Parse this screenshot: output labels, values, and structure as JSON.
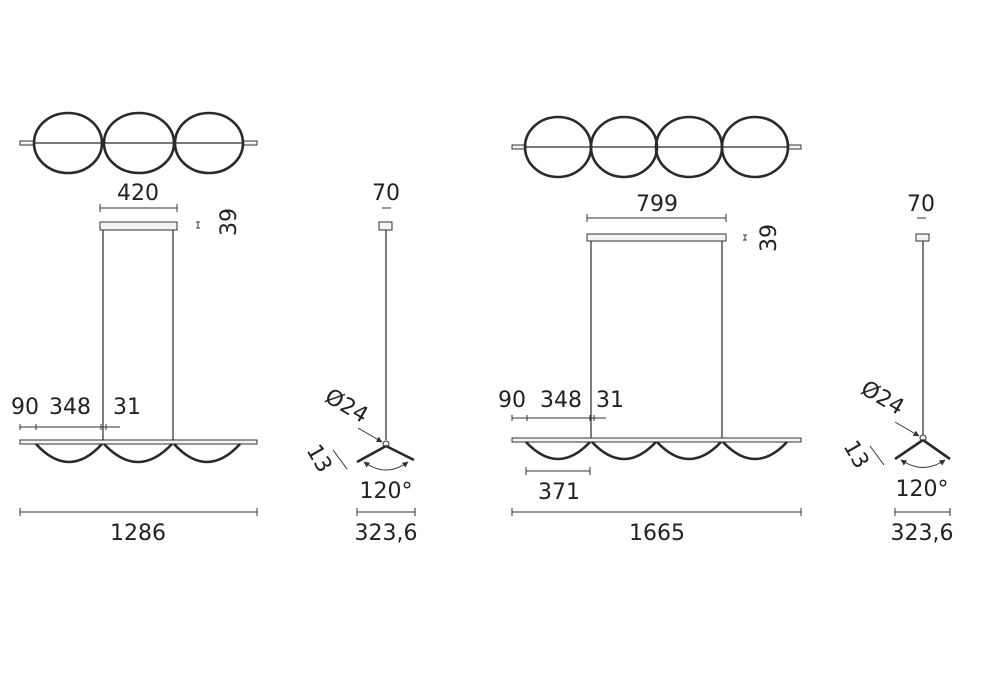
{
  "left_model": {
    "canopy_width": "420",
    "canopy_height": "39",
    "offset_end": "90",
    "segment": "348",
    "offset_wire": "31",
    "total_length": "1286",
    "side": {
      "canopy_width": "70",
      "diameter": "Ø24",
      "arm_thickness": "13",
      "angle": "120°",
      "depth": "323,6"
    }
  },
  "right_model": {
    "canopy_width": "799",
    "canopy_height": "39",
    "offset_end": "90",
    "segment": "348",
    "offset_wire": "31",
    "diffuser_width": "371",
    "total_length": "1665",
    "side": {
      "canopy_width": "70",
      "diameter": "Ø24",
      "arm_thickness": "13",
      "angle": "120°",
      "depth": "323,6"
    }
  }
}
